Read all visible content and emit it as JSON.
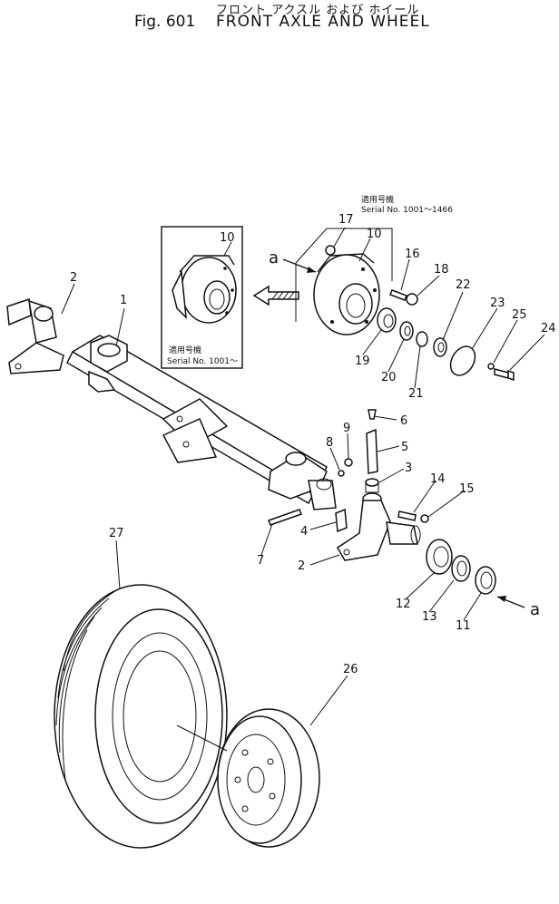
{
  "header": {
    "japanese_title": "フロント アクスル および ホイール",
    "figure_label": "Fig. 601",
    "title": "FRONT AXLE AND WHEEL"
  },
  "serial_notes": {
    "top_jp": "適用号機",
    "top_serial": "Serial No. 1001～1466",
    "inset_jp": "適用号機",
    "inset_serial": "Serial No. 1001～"
  },
  "view_markers": [
    "a",
    "a"
  ],
  "callouts": [
    "1",
    "2",
    "2",
    "3",
    "4",
    "5",
    "6",
    "7",
    "8",
    "9",
    "10",
    "10",
    "11",
    "12",
    "13",
    "14",
    "15",
    "16",
    "17",
    "18",
    "19",
    "20",
    "21",
    "22",
    "23",
    "24",
    "25",
    "26",
    "27"
  ]
}
